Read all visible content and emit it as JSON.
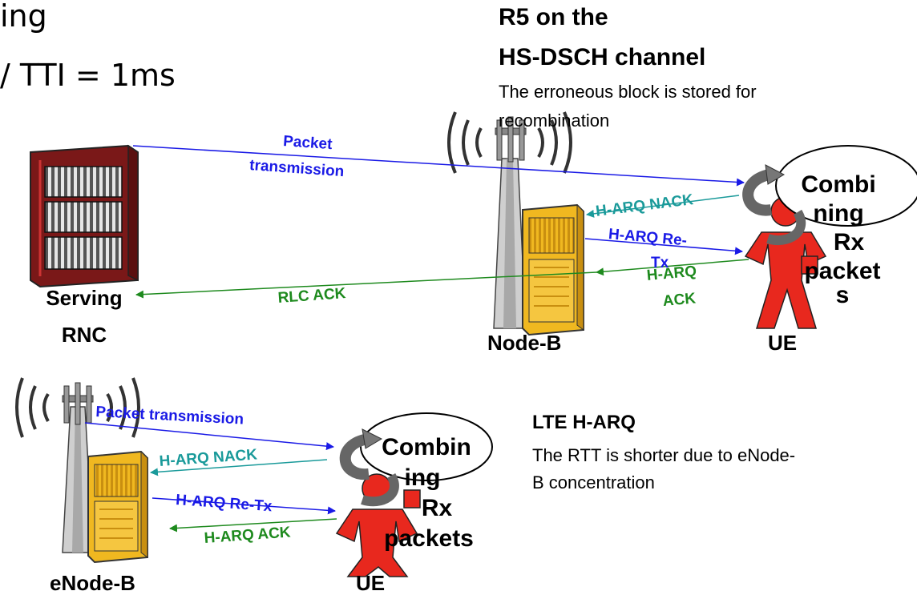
{
  "header": {
    "line1": "ing",
    "line2": "/ TTI = 1ms"
  },
  "r5": {
    "title_line1": "R5 on the",
    "title_line2": "HS-DSCH channel",
    "note_line1": "The erroneous block is stored for",
    "note_line2": "recombination"
  },
  "lte": {
    "title": "LTE H-ARQ",
    "note_line1": "The RTT is shorter due to eNode-",
    "note_line2": "B concentration"
  },
  "nodes": {
    "serving_line1": "Serving",
    "serving_line2": "RNC",
    "nodeb": "Node-B",
    "ue_top": "UE",
    "enodeb": "eNode-B",
    "ue_bottom": "UE"
  },
  "top_arrows": {
    "packet_line1": "Packet",
    "packet_line2": "transmission",
    "nack": "H-ARQ NACK",
    "retx_line1": "H-ARQ Re-",
    "retx_line2": "Tx",
    "ack_line1": "H-ARQ",
    "ack_line2": "ACK",
    "rlc_ack": "RLC ACK"
  },
  "bottom_arrows": {
    "packet": "Packet transmission",
    "nack": "H-ARQ NACK",
    "retx": "H-ARQ Re-Tx",
    "ack": "H-ARQ ACK"
  },
  "combining_top": {
    "l1": "Combi",
    "l2": "ning",
    "l3": "Rx",
    "l4": "packet",
    "l5": "s"
  },
  "combining_bottom": {
    "l1": "Combin",
    "l2": "ing",
    "l3": "Rx",
    "l4": "packets"
  },
  "colors": {
    "packet": "#1a1ae6",
    "nack": "#1a9a9a",
    "ack": "#1e8a1e",
    "ue_figure": "#e8281e",
    "cabinet": "#f0b820",
    "rnc": "#8a1a1a"
  }
}
